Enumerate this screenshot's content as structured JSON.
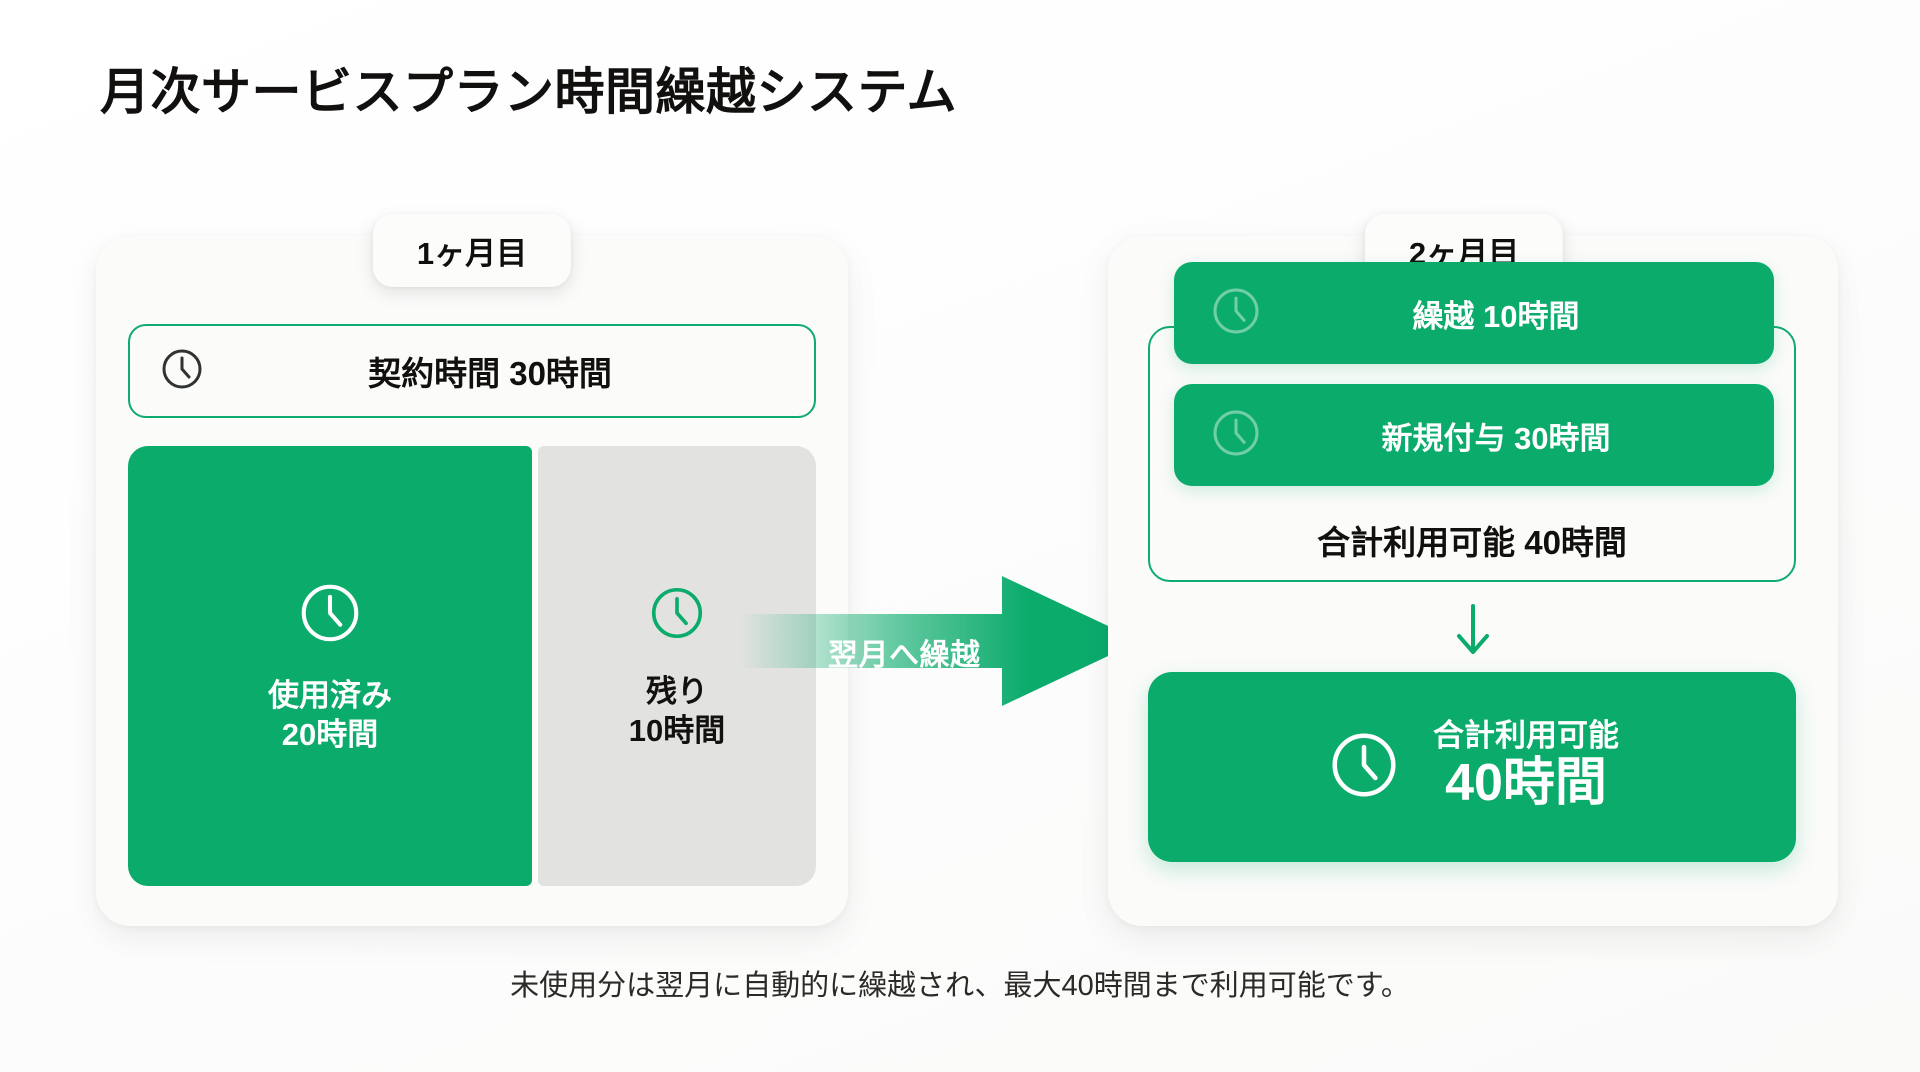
{
  "title": "月次サービスプラン時間繰越システム",
  "accent_color": "#0bab6c",
  "grey_color": "#e2e2e1",
  "month1": {
    "badge": "1ヶ月目",
    "contract_label": "契約時間 30時間",
    "contract_icon": "clock-icon",
    "used": {
      "icon": "clock-icon",
      "line1": "使用済み",
      "line2": "20時間"
    },
    "remaining": {
      "icon": "clock-icon",
      "line1": "残り",
      "line2": "10時間"
    }
  },
  "transfer": {
    "icon": "arrow-right-icon",
    "label": "翌月へ繰越"
  },
  "month2": {
    "badge": "2ヶ月目",
    "rows": [
      {
        "icon": "clock-icon",
        "label": "繰越 10時間"
      },
      {
        "icon": "clock-icon",
        "label": "新規付与 30時間"
      }
    ],
    "subtotal_label": "合計利用可能 40時間",
    "down_icon": "arrow-down-icon",
    "final": {
      "icon": "clock-icon",
      "line1": "合計利用可能",
      "line2": "40時間"
    }
  },
  "caption": "未使用分は翌月に自動的に繰越され、最大40時間まで利用可能です。",
  "chart_data": {
    "type": "bar",
    "title": "月次サービスプラン時間繰越システム",
    "categories": [
      "1ヶ月目 使用済み",
      "1ヶ月目 残り",
      "2ヶ月目 繰越",
      "2ヶ月目 新規付与",
      "2ヶ月目 合計利用可能"
    ],
    "values": [
      20,
      10,
      10,
      30,
      40
    ],
    "unit": "時間",
    "contract_hours": 30,
    "max_hours": 40,
    "xlabel": "",
    "ylabel": "時間",
    "ylim": [
      0,
      40
    ]
  }
}
